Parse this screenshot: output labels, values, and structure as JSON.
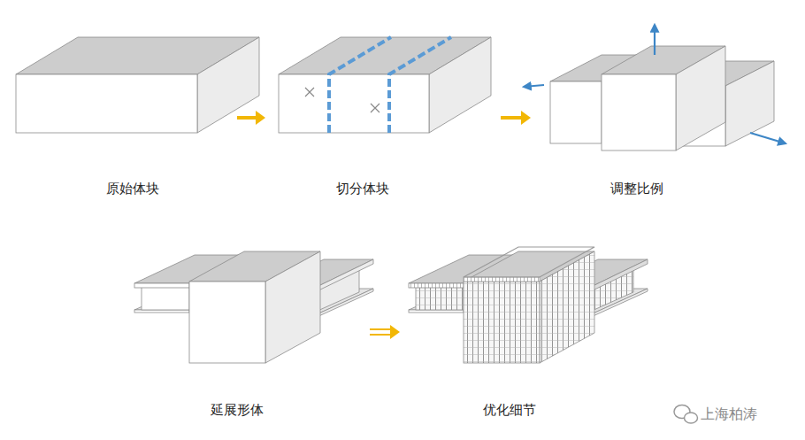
{
  "diagram": {
    "labels": [
      "原始体块",
      "切分体块",
      "调整比例",
      "延展形体",
      "优化细节",
      "上海柏涛"
    ]
  }
}
